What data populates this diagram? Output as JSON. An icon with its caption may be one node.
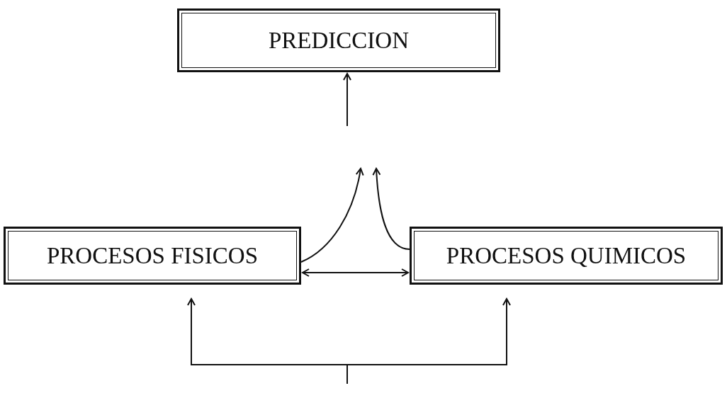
{
  "diagram": {
    "nodes": [
      {
        "text": [
          "PREDICCION"
        ]
      },
      {
        "text": [
          "PROCESOS FISICOS"
        ]
      },
      {
        "text": [
          "PROCESOS QUIMICOS"
        ]
      }
    ],
    "edges": [
      {
        "from": null,
        "to": 0,
        "arrow": "to"
      },
      {
        "from": 1,
        "to": null,
        "arrow": "to"
      },
      {
        "from": 2,
        "to": null,
        "arrow": "to"
      },
      {
        "from": 1,
        "to": 2,
        "arrow": "both"
      },
      {
        "from": null,
        "to": 1,
        "arrow": "to"
      },
      {
        "from": null,
        "to": 2,
        "arrow": "to"
      }
    ]
  }
}
